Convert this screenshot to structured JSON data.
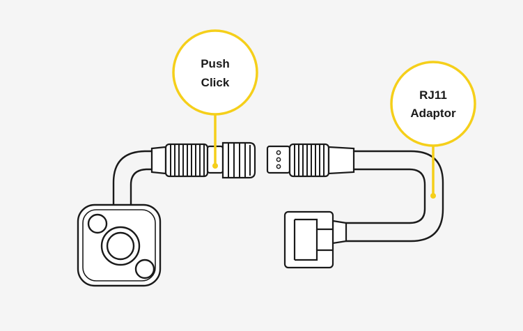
{
  "callouts": {
    "push_click": {
      "line1": "Push",
      "line2": "Click"
    },
    "rj11_adaptor": {
      "line1": "RJ11",
      "line2": "Adaptor"
    }
  },
  "colors": {
    "background": "#f5f5f5",
    "outline": "#1a1a1a",
    "callout_ring": "#f5cf1a",
    "fill": "#ffffff"
  }
}
